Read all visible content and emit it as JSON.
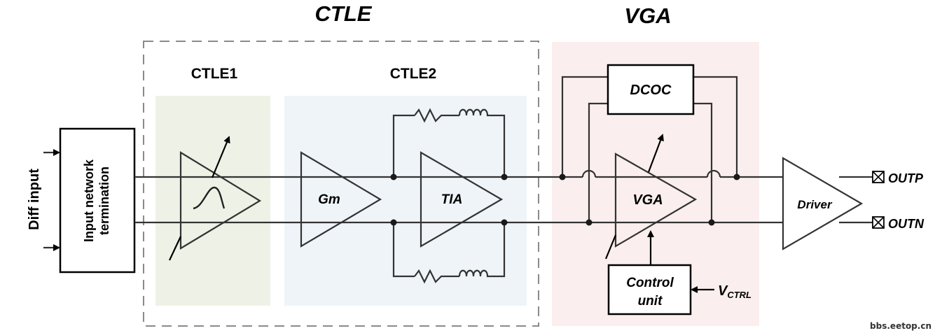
{
  "regions": {
    "ctle_title": "CTLE",
    "vga_title": "VGA",
    "ctle1_label": "CTLE1",
    "ctle2_label": "CTLE2"
  },
  "input": {
    "label": "Diff  input",
    "termination_line1": "Input  network",
    "termination_line2": "termination"
  },
  "blocks": {
    "gm": "Gm",
    "tia": "TIA",
    "vga": "VGA",
    "dcoc": "DCOC",
    "driver": "Driver",
    "control_line1": "Control",
    "control_line2": "unit"
  },
  "signals": {
    "vctrl_main": "V",
    "vctrl_sub": "CTRL",
    "outp": "OUTP",
    "outn": "OUTN"
  },
  "watermark": "bbs.eetop.cn",
  "colors": {
    "ctle1_fill": "#eef2e6",
    "ctle2_fill": "#eef4f8",
    "vga_fill": "#fbeeee",
    "dashed_border": "#8a8a8a"
  }
}
